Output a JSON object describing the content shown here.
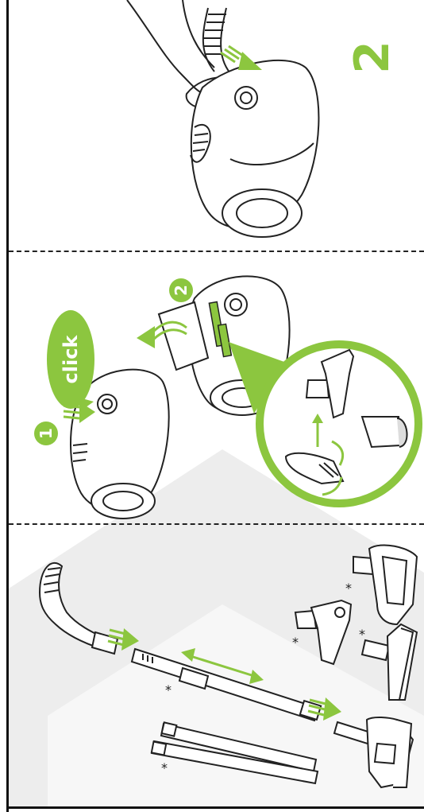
{
  "page": {
    "step_number": "2",
    "click_label": "click",
    "sub_step_1": "1",
    "sub_step_2": "2",
    "optional_marker": "*"
  },
  "colors": {
    "accent_green": "#8cc63f",
    "line": "#222222",
    "background_wedge": "#ececec"
  },
  "icons": [
    "vacuum-cleaner-icon",
    "hose-icon",
    "hand-icon",
    "arrow-icon",
    "telescopic-tube-icon",
    "floor-nozzle-icon",
    "turbo-brush-icon",
    "crevice-tool-icon",
    "dusting-brush-icon",
    "upholstery-nozzle-icon",
    "extension-tube-icon"
  ]
}
